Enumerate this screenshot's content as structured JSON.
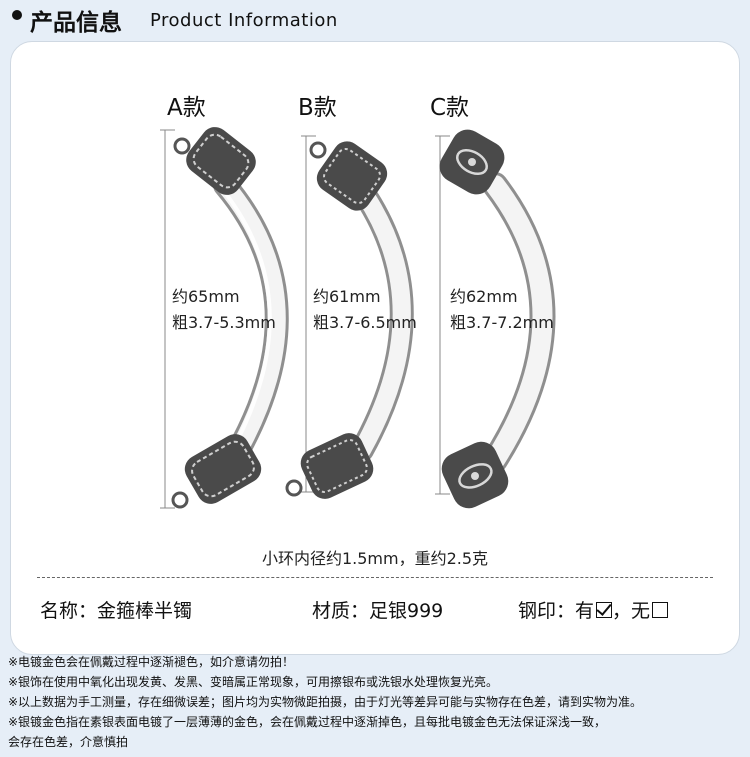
{
  "header": {
    "title_zh": "产品信息",
    "title_en": "Product Information"
  },
  "variants": [
    {
      "label": "A款",
      "length": "约65mm",
      "thickness": "粗3.7-5.3mm"
    },
    {
      "label": "B款",
      "length": "约61mm",
      "thickness": "粗3.7-6.5mm"
    },
    {
      "label": "C款",
      "length": "约62mm",
      "thickness": "粗3.7-7.2mm"
    }
  ],
  "ring_note": "小环内径约1.5mm，重约2.5克",
  "info": {
    "name": "名称：金箍棒半镯",
    "material": "材质：足银999",
    "stamp_label": "钢印：有",
    "stamp_sep": "，无",
    "stamp_yes_checked": true,
    "stamp_no_checked": false
  },
  "notes": [
    "※电镀金色会在佩戴过程中逐渐褪色，如介意请勿拍！",
    "※银饰在使用中氧化出现发黄、发黑、变暗属正常现象，可用擦银布或洗银水处理恢复光亮。",
    "※以上数据为手工测量，存在细微误差；图片均为实物微距拍摄，由于灯光等差异可能与实物存在色差，请到实物为准。",
    "※银镀金色指在素银表面电镀了一层薄薄的金色，会在佩戴过程中逐渐掉色，且每批电镀金色无法保证深浅一致，",
    "会存在色差，介意慎拍"
  ],
  "colors": {
    "background": "#e6eef7",
    "card": "#ffffff",
    "silver": "#e3e3e3",
    "oxidized": "#3a3a3a"
  }
}
